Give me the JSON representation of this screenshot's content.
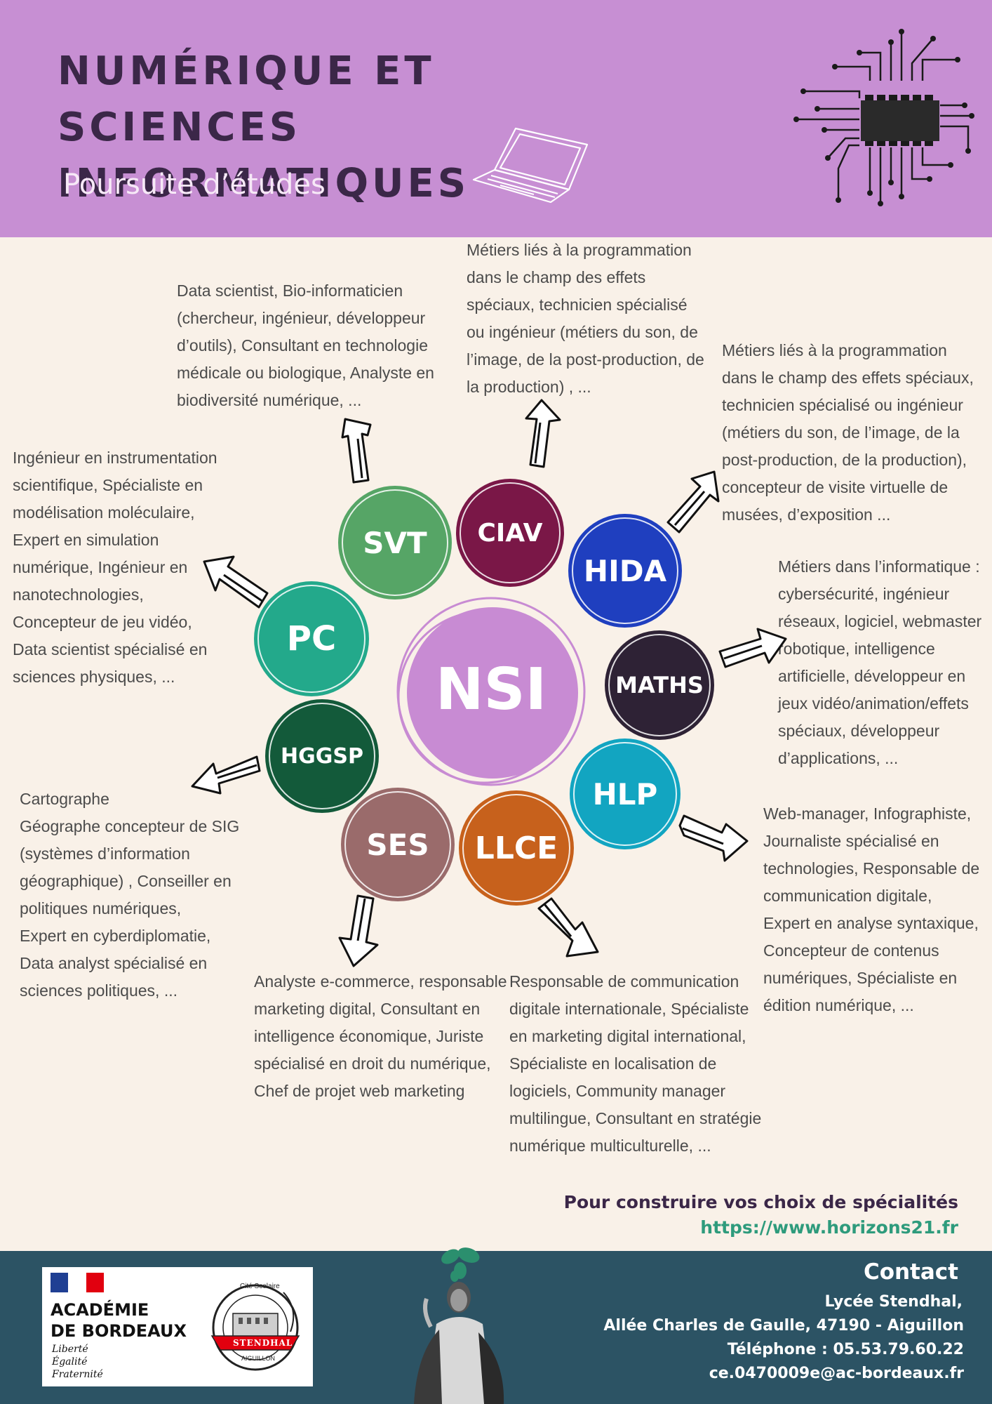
{
  "header": {
    "title_line1": "NUMÉRIQUE ET SCIENCES",
    "title_line2": "INFORMATIQUES",
    "subtitle": "Poursuite d’études",
    "background_color": "#c78fd3"
  },
  "center": {
    "label": "NSI",
    "color": "#c88bd3"
  },
  "specialties": [
    {
      "label": "SVT",
      "color": "#56a566"
    },
    {
      "label": "CIAV",
      "color": "#7a1747"
    },
    {
      "label": "HIDA",
      "color": "#1f3fbf"
    },
    {
      "label": "PC",
      "color": "#23a98b"
    },
    {
      "label": "MATHS",
      "color": "#2e2235"
    },
    {
      "label": "HGGSP",
      "color": "#135a3a"
    },
    {
      "label": "HLP",
      "color": "#12a5c1"
    },
    {
      "label": "SES",
      "color": "#9a6b6b"
    },
    {
      "label": "LLCE",
      "color": "#c7611c"
    }
  ],
  "careers": {
    "svt": "Data scientist, Bio-informaticien\n(chercheur, ingénieur, développeur\nd’outils), Consultant en technologie\nmédicale ou biologique, Analyste en\nbiodiversité numérique, ...",
    "ciav": "Métiers liés à la programmation\ndans le champ des effets\nspéciaux, technicien spécialisé\nou ingénieur (métiers du son, de\nl’image, de la post-production, de\nla production) , ...",
    "hida": "Métiers liés à la programmation\ndans le champ des effets spéciaux,\ntechnicien spécialisé ou ingénieur\n(métiers du son, de l’image, de la\npost-production, de la production),\nconcepteur de visite virtuelle de\nmusées, d’exposition ...",
    "pc": "Ingénieur en instrumentation\nscientifique, Spécialiste en\nmodélisation moléculaire,\nExpert en simulation\nnumérique, Ingénieur en\nnanotechnologies,\nConcepteur de jeu vidéo,\nData scientist spécialisé en\nsciences physiques, ...",
    "maths": "Métiers dans l’informatique :\ncybersécurité, ingénieur\nréseaux, logiciel, webmaster\nrobotique, intelligence\nartificielle, développeur en\njeux vidéo/animation/effets\nspéciaux, développeur\nd’applications, ...",
    "hggsp": "Cartographe\nGéographe concepteur de SIG\n(systèmes d’information\ngéographique) , Conseiller en\npolitiques numériques,\nExpert en cyberdiplomatie,\nData analyst spécialisé en\nsciences politiques, ...",
    "hlp": " Web-manager, Infographiste,\nJournaliste spécialisé en\ntechnologies, Responsable de\ncommunication digitale,\nExpert en analyse syntaxique,\nConcepteur de contenus\nnumériques, Spécialiste en\nédition numérique, ...",
    "ses": "Analyste e-commerce, responsable\nmarketing digital, Consultant en\nintelligence économique, Juriste\nspécialisé en droit du numérique,\nChef de projet web marketing",
    "llce": "Responsable de communication\ndigitale internationale, Spécialiste\nen marketing digital international,\nSpécialiste en localisation de\nlogiciels, Community manager\nmultilingue, Consultant en stratégie\nnumérique multiculturelle, ..."
  },
  "cta": {
    "text": "Pour construire vos choix de spécialités",
    "link": "https://www.horizons21.fr",
    "link_color": "#2e9b7c"
  },
  "footer": {
    "background_color": "#2c5364",
    "academy_line1": "ACADÉMIE",
    "academy_line2": "DE BORDEAUX",
    "motto": [
      "Liberté",
      "Égalité",
      "Fraternité"
    ],
    "seal_top": "Cité Scolaire",
    "seal_banner": "STENDHAL",
    "seal_bottom": "AIGUILLON",
    "contact_heading": "Contact",
    "school": "Lycée Stendhal,",
    "address": "Allée Charles de Gaulle, 47190 - Aiguillon",
    "phone": "Téléphone :  05.53.79.60.22",
    "email": "ce.0470009e@ac-bordeaux.fr"
  }
}
